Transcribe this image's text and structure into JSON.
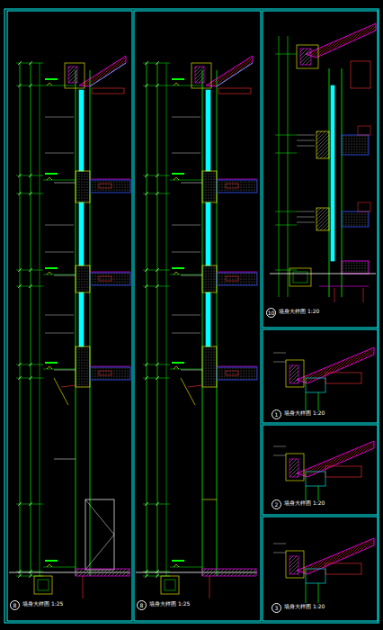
{
  "diagram": {
    "labels": [
      "8",
      "墙身大样图 1:25",
      "8",
      "墙身大样图 1:25",
      "10",
      "墙身大样图 1:20",
      "1",
      "墙身大样图 1:20",
      "2",
      "墙身大样图 1:20",
      "3",
      "墙身大样图 1:20"
    ]
  }
}
